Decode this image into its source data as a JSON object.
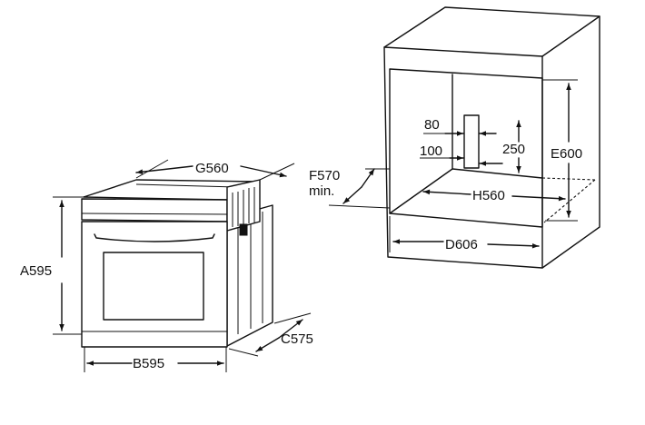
{
  "labels": {
    "a": "A595",
    "b": "B595",
    "c": "C575",
    "g": "G560",
    "f_value": "F570",
    "f_note": "min.",
    "e": "E600",
    "h": "H560",
    "d": "D606",
    "vent_width": "80",
    "vent_offset": "100",
    "vent_height": "250"
  }
}
